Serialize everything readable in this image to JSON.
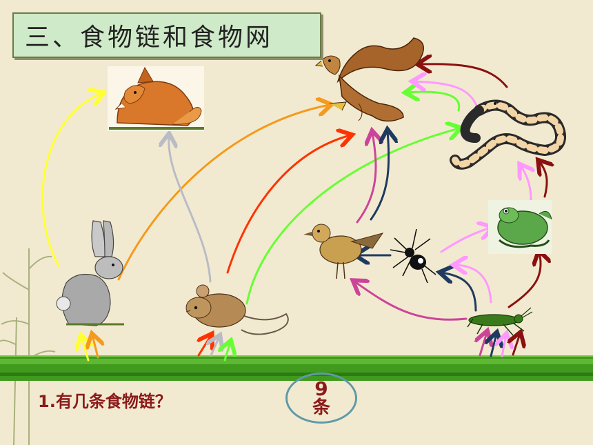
{
  "title": "三、食物链和食物网",
  "question": "1.有几条食物链？",
  "answer": {
    "number": "9",
    "unit": "条"
  },
  "colors": {
    "background": "#f2ead0",
    "grass": "#3f9a1d",
    "title_box": "#cfeac8",
    "question_text": "#8b1a1a",
    "arrow_yellow": "#ffff33",
    "arrow_orange": "#f59a1c",
    "arrow_gray": "#b9bcc4",
    "arrow_red": "#ff3300",
    "arrow_green": "#66ff33",
    "arrow_pink": "#ff99ff",
    "arrow_magenta": "#cc4499",
    "arrow_navy": "#1f3a5f",
    "arrow_maroon": "#8b1010"
  },
  "animals": [
    "fox",
    "eagle",
    "snake",
    "frog",
    "rabbit",
    "mouse",
    "bird",
    "spider",
    "grasshopper"
  ]
}
